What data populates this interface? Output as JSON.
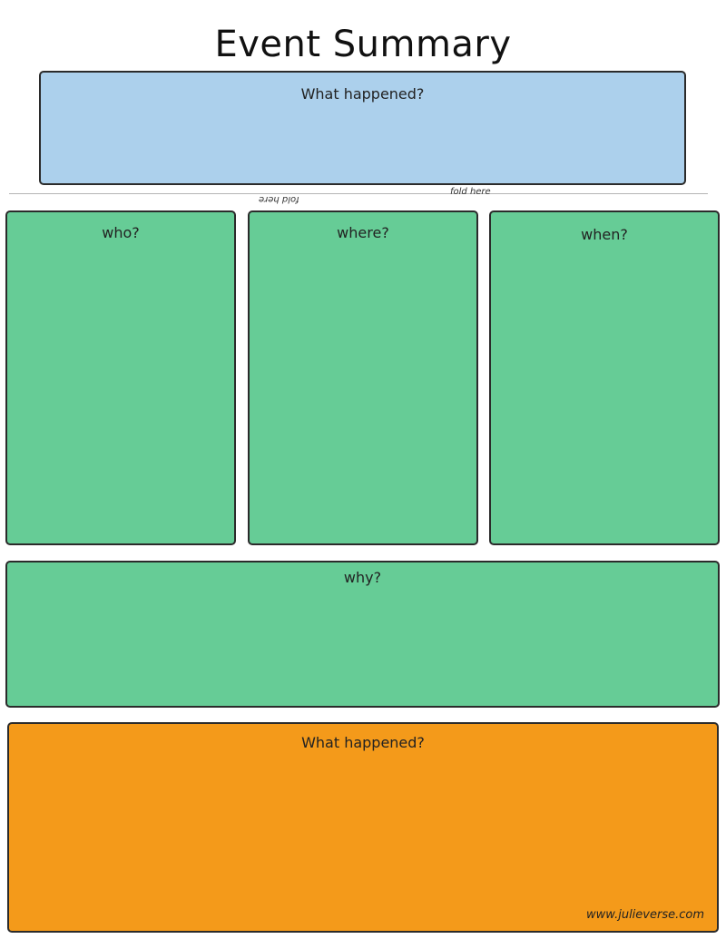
{
  "title": "Event Summary",
  "top_box": {
    "label": "What happened?",
    "color": "#acd0ec"
  },
  "fold": {
    "upside_down_text": "fold here",
    "text": "fold here"
  },
  "columns": [
    {
      "label": "who?"
    },
    {
      "label": "where?"
    },
    {
      "label": "when?"
    }
  ],
  "why_box": {
    "label": "why?"
  },
  "bottom_box": {
    "label": "What happened?",
    "color": "#f49a1a"
  },
  "credit": "www.julieverse.com",
  "colors": {
    "green": "#66cc96",
    "blue": "#acd0ec",
    "orange": "#f49a1a"
  }
}
